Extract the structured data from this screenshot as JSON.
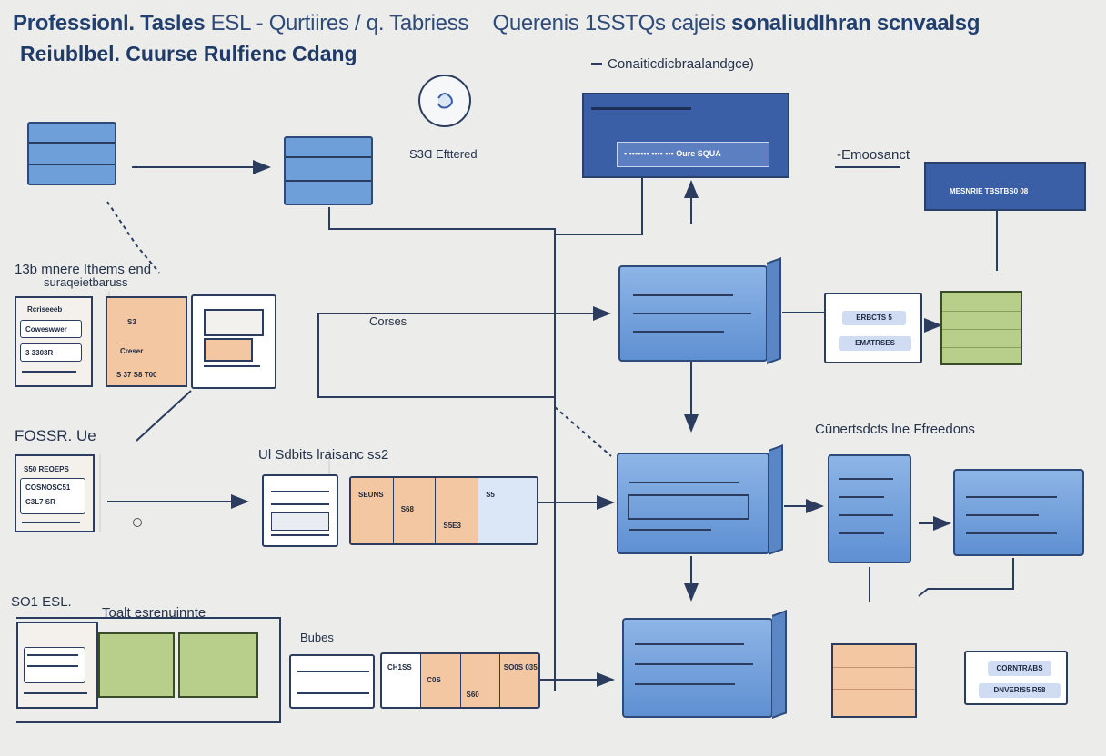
{
  "header": {
    "title_part1": "Professionl.",
    "title_part2": "Tasles",
    "title_part3": "ESL -",
    "title_part4": "Qurtiires / q. Tabriess",
    "title_part5": "Querenis 1SSTQs cajeis",
    "title_part6": "sonaliudIhran scnvaalsg",
    "subtitle": "Reiublbel. Cuurse Rulfienc Cdang"
  },
  "labels": {
    "connector_top": "Conaiticdicbraalandgce)",
    "sql_filtered": "S3Ɑ Efttered",
    "emoosanct": "-Emoosanct",
    "tables_group": "13b mnere Ithems end",
    "tables_group_sub": "suraqeietbaruss",
    "courses": "Corses",
    "fossr": "FOSSR. Ue",
    "subs": "Ul Sdbits lraisanc ss2",
    "conversions": "Cūnertsdcts lne Ffreedons",
    "total_row_group": "Toalt esrenuinnte",
    "sd_es": "SO1 ESL.",
    "bubes": "Bubes"
  },
  "boxes": {
    "navy_top_text": "Oure SQUA",
    "navy_right_text": "MESNRIE TBSTBS0 08",
    "white_mid_line1": "ERBCTS 5",
    "white_mid_line2": "EMATRSES",
    "white_bottom_line1": "CORNTRABS",
    "white_bottom_line2": "DNVERIS5 R58",
    "card1_line1": "Rcriseeeb",
    "card1_line2": "Coweswwer",
    "card1_line3": "3 3303R",
    "card2_line1": "S3",
    "card2_line2": "Creser",
    "card2_line3": "S 37 S8 T00",
    "card3_line1": "S50 REOEPS",
    "card3_line2": "COSNOSC51",
    "card3_line3": "C3L7 SR",
    "table_mid_c1": "SEUNS",
    "table_mid_c2": "S68",
    "table_mid_c3": "S5E3",
    "table_mid_c4": "S5",
    "table_bot_c1": "CH1SS",
    "table_bot_c2": "C0S",
    "table_bot_c3": "S60",
    "table_bot_c4": "SO0S 035"
  },
  "colors": {
    "background": "#ecedeb",
    "primary_blue": "#6f9fd9",
    "navy": "#3a5fa6",
    "line": "#2b3c5e",
    "peach": "#f3c7a1",
    "green": "#b7cf8a"
  }
}
